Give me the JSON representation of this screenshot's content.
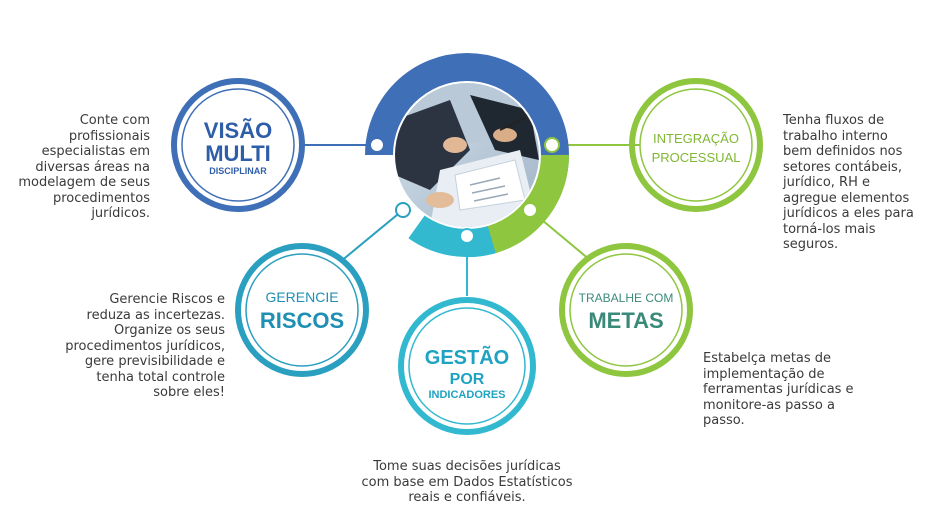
{
  "colors": {
    "blue": "#3f6fb6",
    "blue_dark": "#2f5ea8",
    "teal": "#2b9fbf",
    "cyan": "#33b9cf",
    "green": "#8ec63f",
    "text": "#3a3a3a"
  },
  "center": {
    "image": "business-meeting-photo"
  },
  "nodes": {
    "visao": {
      "line1": "VISÃO",
      "line2": "MULTI",
      "line3": "DISCIPLINAR"
    },
    "integracao": {
      "line1": "INTEGRAÇÃO",
      "line2": "PROCESSUAL"
    },
    "riscos": {
      "line1": "GERENCIE",
      "line2": "RISCOS"
    },
    "metas": {
      "line1": "TRABALHE COM",
      "line2": "METAS"
    },
    "gestao": {
      "line1": "GESTÃO",
      "line2": "POR",
      "line3": "INDICADORES"
    }
  },
  "descriptions": {
    "visao": [
      "Conte com",
      "profissionais",
      "especialistas em",
      "diversas áreas na",
      "modelagem de seus",
      "procedimentos",
      "jurídicos."
    ],
    "integracao": [
      "Tenha fluxos de",
      "trabalho interno",
      "bem definidos nos",
      "setores contábeis,",
      "jurídico, RH e",
      "agregue elementos",
      "jurídicos a eles para",
      "torná-los mais",
      "seguros."
    ],
    "riscos": [
      "Gerencie Riscos e",
      "reduza as incertezas.",
      "Organize os seus",
      "procedimentos jurídicos,",
      "gere previsibilidade e",
      "tenha total controle",
      "sobre eles!"
    ],
    "metas": [
      "Estabelça metas de",
      "implementação de",
      "ferramentas jurídicas e",
      "monitore-as passo a",
      "passo."
    ],
    "gestao": [
      "Tome suas decisões jurídicas",
      "com base em Dados Estatísticos",
      "reais e confiáveis."
    ]
  }
}
